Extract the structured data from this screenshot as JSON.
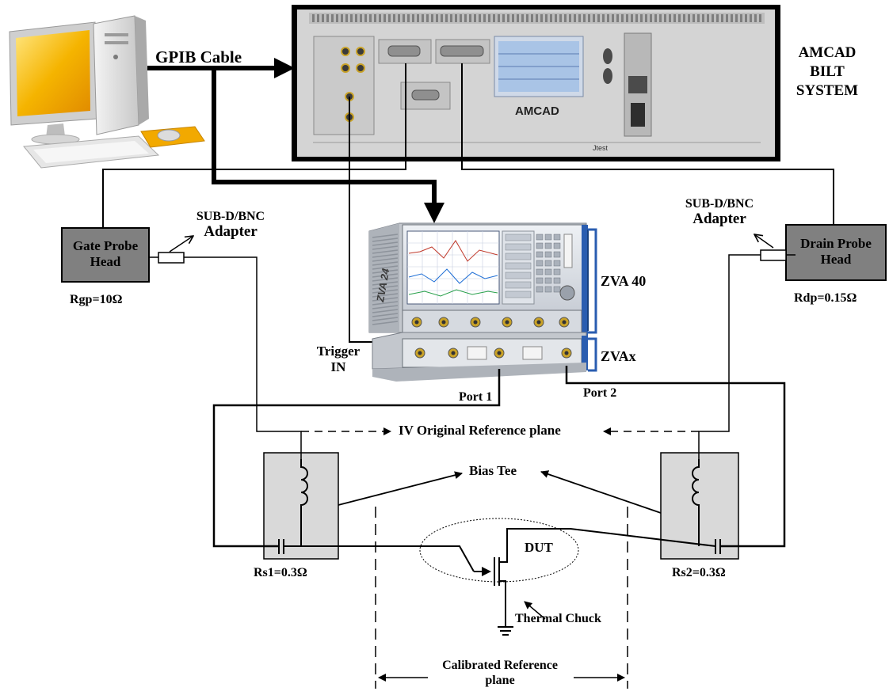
{
  "labels": {
    "gpib": "GPIB Cable",
    "amcad_line1": "AMCAD",
    "amcad_line2": "BILT",
    "amcad_line3": "SYSTEM",
    "amcad_panel_brand": "AMCAD",
    "amcad_panel_tag": "Jtest",
    "adapter_left_line1": "SUB-D/BNC",
    "adapter_left_line2": "Adapter",
    "adapter_right_line1": "SUB-D/BNC",
    "adapter_right_line2": "Adapter",
    "gate_line1": "Gate Probe",
    "gate_line2": "Head",
    "drain_line1": "Drain Probe",
    "drain_line2": "Head",
    "rgp": "Rgp=10Ω",
    "rdp": "Rdp=0.15Ω",
    "zva40": "ZVA 40",
    "zvax": "ZVAx",
    "zva_panel_brand": "ZVA 24",
    "trigger_line1": "Trigger",
    "trigger_line2": "IN",
    "port1": "Port 1",
    "port2": "Port 2",
    "iv_plane": "IV Original Reference plane",
    "bias_tee": "Bias Tee",
    "rs1": "Rs1=0.3Ω",
    "rs2": "Rs2=0.3Ω",
    "dut": "DUT",
    "thermal_chuck": "Thermal Chuck",
    "cal_line1": "Calibrated Reference",
    "cal_line2": "plane"
  },
  "colors": {
    "probe_head_fill": "#808080",
    "bias_tee_fill": "#d9d9d9",
    "line": "#000000",
    "instrument_body": "#d9dde3",
    "instrument_accent": "#2a5db0",
    "amcad_panel": "#d4d4d4"
  },
  "icons": {
    "computer": "desktop-computer-icon",
    "inductor": "inductor-coil-icon",
    "capacitor": "capacitor-icon",
    "transistor": "fet-transistor-icon",
    "ground": "ground-icon"
  }
}
